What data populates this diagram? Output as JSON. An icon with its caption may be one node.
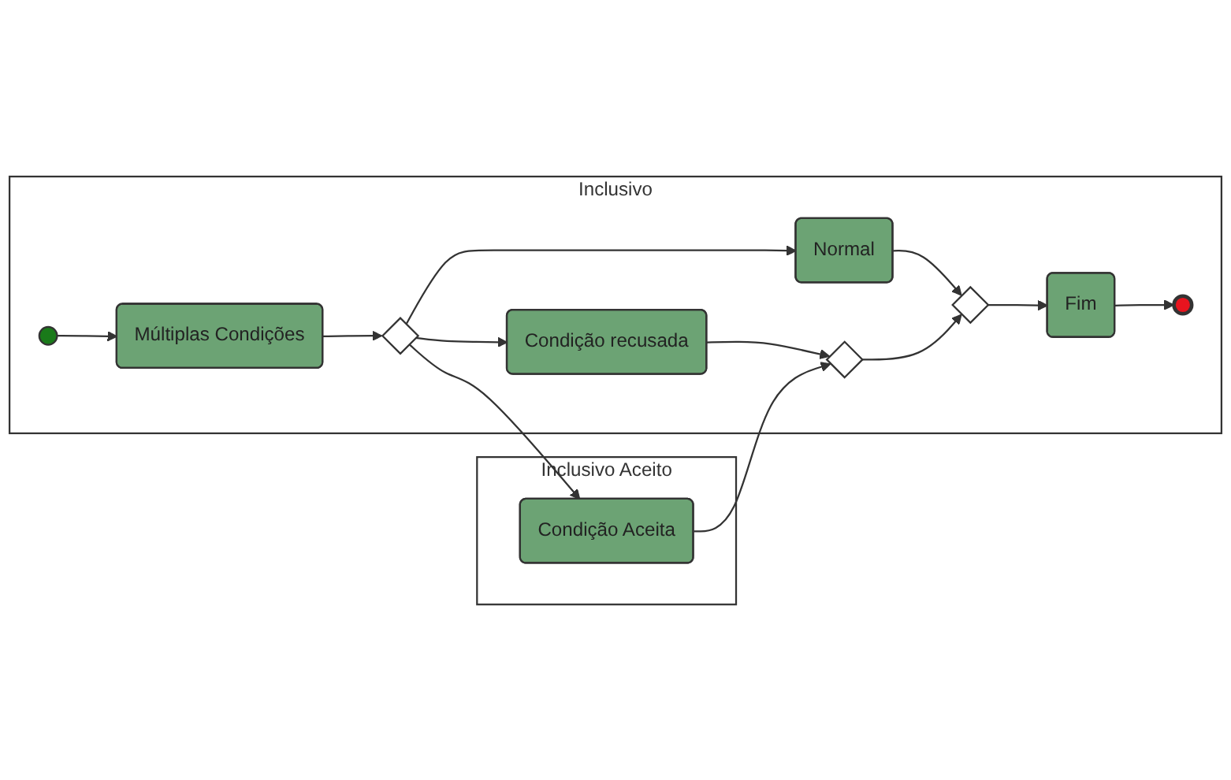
{
  "diagram": {
    "nodes": [
      {
        "text": [
          "Inclusivo"
        ]
      },
      {
        "text": [],
        "shape": "circle",
        "in": 0
      },
      {
        "text": [
          "Múltiplas Condições"
        ],
        "in": 0
      },
      {
        "text": [],
        "shape": "diamond",
        "in": 0
      },
      {
        "text": [
          "Normal"
        ],
        "in": 0
      },
      {
        "text": [
          "Condição recusada"
        ],
        "in": 0
      },
      {
        "text": [],
        "shape": "diamond",
        "in": 0
      },
      {
        "text": [],
        "shape": "diamond",
        "in": 0
      },
      {
        "text": [
          "Fim"
        ],
        "in": 0
      },
      {
        "text": [],
        "shape": "circle",
        "in": 0
      },
      {
        "text": [
          "Inclusivo Aceito"
        ]
      },
      {
        "text": [
          "Condição Aceita"
        ],
        "in": 10
      }
    ],
    "edges": [
      {
        "from": 1,
        "to": 2,
        "arrow": "to"
      },
      {
        "from": 2,
        "to": 3,
        "arrow": "to"
      },
      {
        "from": 3,
        "to": 4,
        "arrow": "to"
      },
      {
        "from": 3,
        "to": 5,
        "arrow": "to"
      },
      {
        "from": 3,
        "to": 11,
        "arrow": "to"
      },
      {
        "from": 4,
        "to": 6,
        "arrow": "to"
      },
      {
        "from": 5,
        "to": 7,
        "arrow": "to"
      },
      {
        "from": 11,
        "to": 7,
        "arrow": "to"
      },
      {
        "from": 7,
        "to": 6,
        "arrow": "to"
      },
      {
        "from": 6,
        "to": 8,
        "arrow": "to"
      },
      {
        "from": 8,
        "to": 9,
        "arrow": "to"
      }
    ]
  }
}
